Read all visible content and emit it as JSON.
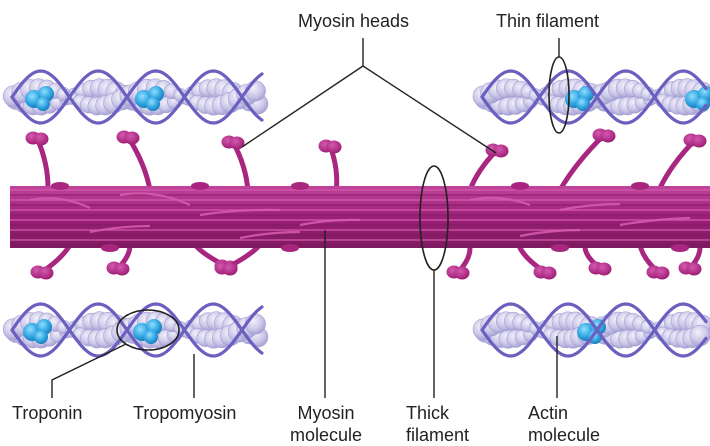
{
  "labels": {
    "myosin_heads": "Myosin heads",
    "thin_filament": "Thin filament",
    "troponin": "Troponin",
    "tropomyosin": "Tropomyosin",
    "myosin_molecule_line1": "Myosin",
    "myosin_molecule_line2": "molecule",
    "thick_filament_line1": "Thick",
    "thick_filament_line2": "filament",
    "actin_molecule_line1": "Actin",
    "actin_molecule_line2": "molecule"
  },
  "colors": {
    "myosin": "#a8267f",
    "myosin_light": "#d35aae",
    "myosin_dark": "#7e1a5f",
    "actin_bead": "#c9c6e6",
    "actin_bead_shadow": "#a5a1d3",
    "tropomyosin_strand": "#6b5fbf",
    "troponin": "#2fa3e0",
    "leader_line": "#222222"
  },
  "icons": {
    "actin_bead": "circle",
    "troponin": "circle",
    "myosin_head": "double-lobed-head"
  }
}
